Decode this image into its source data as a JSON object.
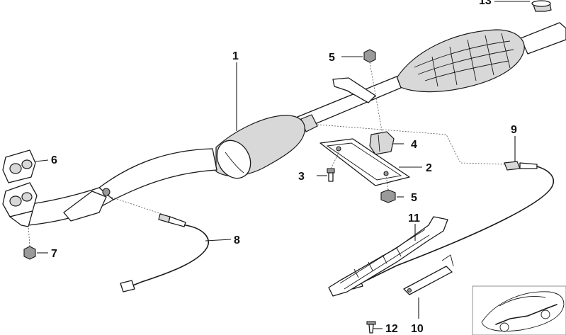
{
  "diagram": {
    "type": "exploded-parts-diagram",
    "callouts": [
      {
        "id": "c1",
        "label": "1"
      },
      {
        "id": "c2",
        "label": "2"
      },
      {
        "id": "c3",
        "label": "3"
      },
      {
        "id": "c4",
        "label": "4"
      },
      {
        "id": "c5a",
        "label": "5"
      },
      {
        "id": "c5b",
        "label": "5"
      },
      {
        "id": "c6",
        "label": "6"
      },
      {
        "id": "c7",
        "label": "7"
      },
      {
        "id": "c8",
        "label": "8"
      },
      {
        "id": "c9",
        "label": "9"
      },
      {
        "id": "c10",
        "label": "10"
      },
      {
        "id": "c11",
        "label": "11"
      },
      {
        "id": "c12",
        "label": "12"
      },
      {
        "id": "c13",
        "label": "13"
      }
    ]
  }
}
